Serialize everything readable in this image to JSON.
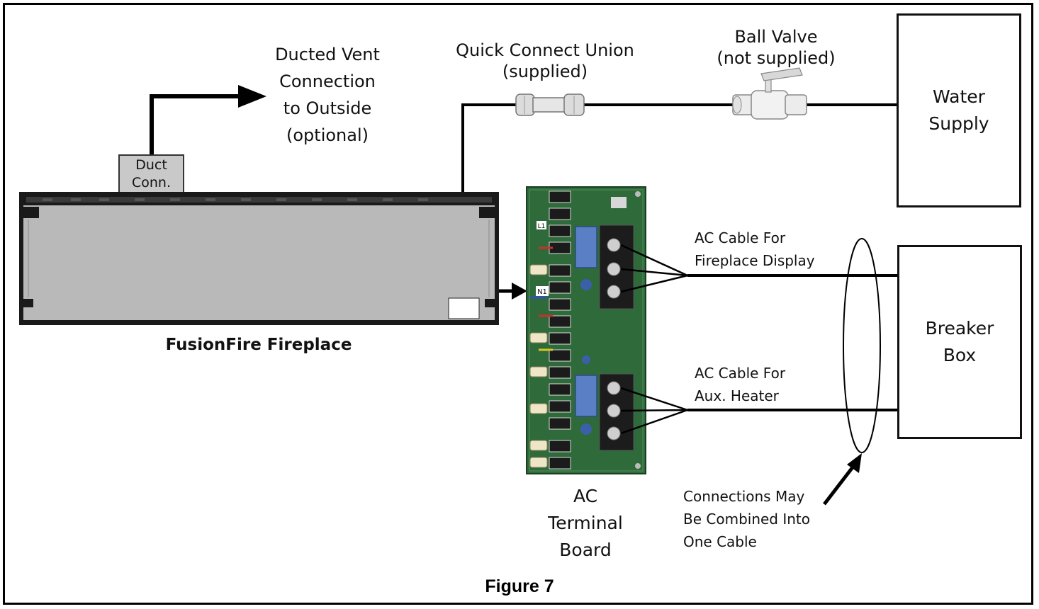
{
  "labels": {
    "ducted_vent": "Ducted Vent\nConnection\nto Outside\n(optional)",
    "duct_conn": "Duct\nConn.",
    "quick_connect": "Quick Connect Union\n(supplied)",
    "ball_valve": "Ball Valve\n(not supplied)",
    "water_supply": "Water\nSupply",
    "fireplace": "FusionFire Fireplace",
    "ac_display": "AC Cable For\nFireplace Display",
    "ac_heater": "AC Cable For\nAux. Heater",
    "breaker_box": "Breaker\nBox",
    "ac_terminal": "AC\nTerminal\nBoard",
    "combined": "Connections May\nBe Combined Into\nOne Cable",
    "figure": "Figure 7"
  },
  "board_marks": {
    "l1": "L1",
    "n1": "N1"
  },
  "colors": {
    "board_green": "#2f6b3a",
    "fireplace_body": "#b8b8b8",
    "fireplace_frame": "#1a1a1a",
    "duct_box": "#c9c9c9"
  }
}
